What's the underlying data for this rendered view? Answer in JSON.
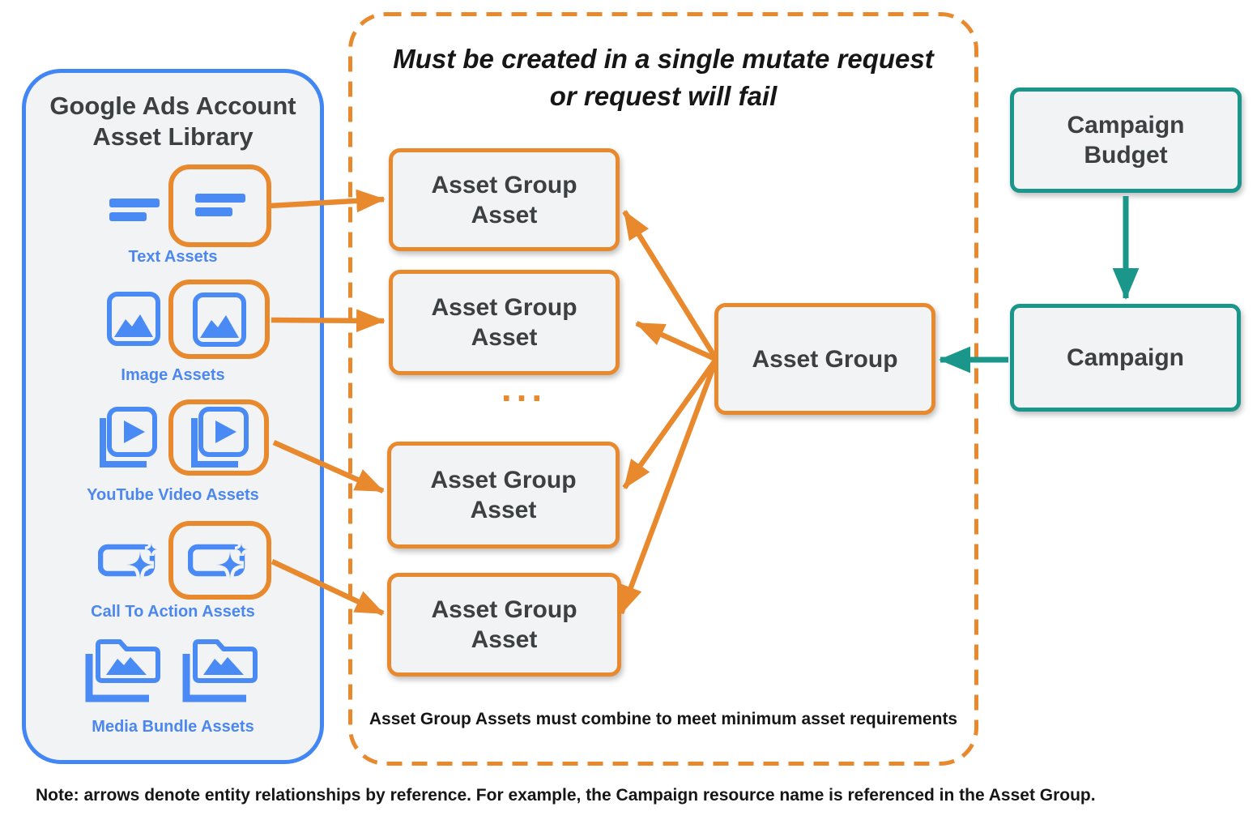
{
  "library": {
    "title_line1": "Google Ads Account",
    "title_line2": "Asset Library",
    "items": [
      {
        "label": "Text Assets",
        "icon": "text-lines-icon"
      },
      {
        "label": "Image Assets",
        "icon": "image-icon"
      },
      {
        "label": "YouTube Video Assets",
        "icon": "youtube-video-icon"
      },
      {
        "label": "Call To Action Assets",
        "icon": "call-to-action-icon"
      },
      {
        "label": "Media Bundle Assets",
        "icon": "media-bundle-icon"
      }
    ]
  },
  "mutate_group": {
    "title_line1": "Must be created in a single mutate request",
    "title_line2": "or request will fail",
    "ellipsis": "...",
    "asset_group_asset": {
      "line1": "Asset Group",
      "line2": "Asset"
    },
    "asset_group": {
      "label": "Asset Group"
    },
    "footnote": "Asset Group Assets must combine to meet minimum asset requirements"
  },
  "campaign_entities": {
    "campaign_budget": {
      "line1": "Campaign",
      "line2": "Budget"
    },
    "campaign": {
      "label": "Campaign"
    }
  },
  "page": {
    "note": "Note: arrows denote entity relationships by reference. For example, the Campaign resource name is referenced in the Asset Group."
  },
  "colors": {
    "blue": "#4285F4",
    "label_blue": "#4B87EF",
    "orange": "#E8892E",
    "teal": "#1B968A",
    "box_fill": "#F1F3F4",
    "dark_text": "#3C4043"
  }
}
